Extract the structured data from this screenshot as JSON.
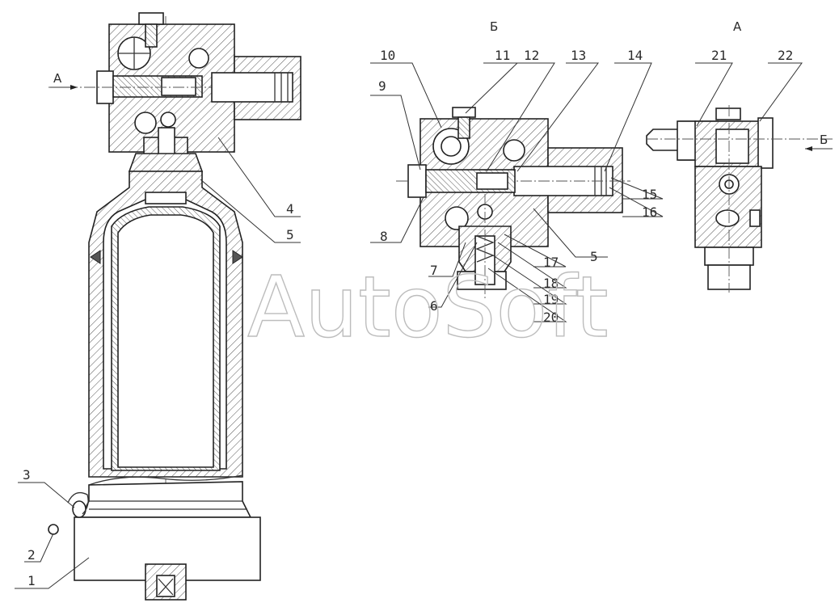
{
  "views": {
    "view_a": "А",
    "view_b": "Б",
    "arrow_a": "А",
    "arrow_b": "Б"
  },
  "callouts": [
    {
      "id": "1",
      "text": "1"
    },
    {
      "id": "2",
      "text": "2"
    },
    {
      "id": "3",
      "text": "3"
    },
    {
      "id": "4",
      "text": "4"
    },
    {
      "id": "5a",
      "text": "5"
    },
    {
      "id": "5b",
      "text": "5"
    },
    {
      "id": "6",
      "text": "6"
    },
    {
      "id": "7",
      "text": "7"
    },
    {
      "id": "8",
      "text": "8"
    },
    {
      "id": "9",
      "text": "9"
    },
    {
      "id": "10",
      "text": "10"
    },
    {
      "id": "11",
      "text": "11"
    },
    {
      "id": "12",
      "text": "12"
    },
    {
      "id": "13",
      "text": "13"
    },
    {
      "id": "14",
      "text": "14"
    },
    {
      "id": "15",
      "text": "15"
    },
    {
      "id": "16",
      "text": "16"
    },
    {
      "id": "17",
      "text": "17"
    },
    {
      "id": "18",
      "text": "18"
    },
    {
      "id": "19",
      "text": "19"
    },
    {
      "id": "20",
      "text": "20"
    },
    {
      "id": "21",
      "text": "21"
    },
    {
      "id": "22",
      "text": "22"
    }
  ],
  "watermark": "AutoSoft",
  "colors": {
    "line": "#222222",
    "hatch": "#555555",
    "watermark": "#bdbdbd",
    "background": "#ffffff"
  }
}
